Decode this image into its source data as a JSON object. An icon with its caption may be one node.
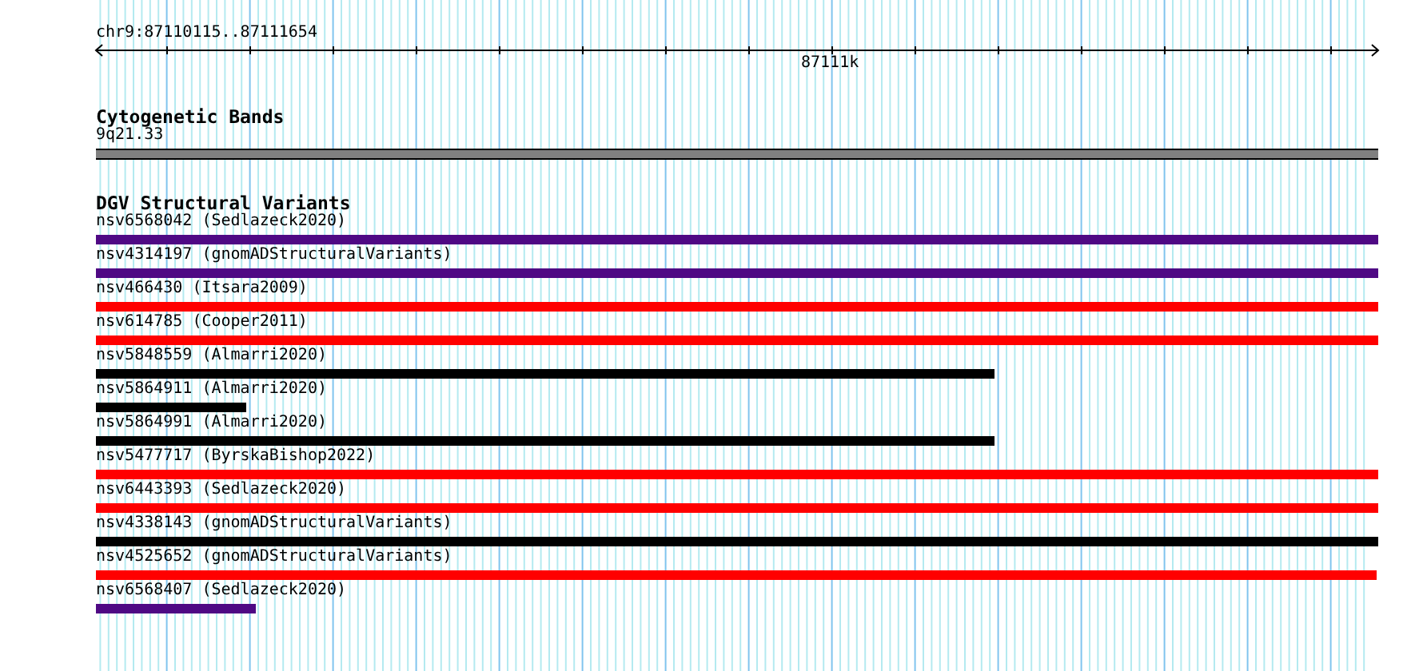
{
  "diagram": {
    "nodes": [
      {
        "text": [
          "9q21.33"
        ]
      },
      {
        "text": [
          "nsv6568042 (Sedlazeck2020)"
        ]
      },
      {
        "text": [
          "nsv4314197 (gnomADStructuralVariants)"
        ]
      },
      {
        "text": [
          "nsv466430 (Itsara2009)"
        ]
      },
      {
        "text": [
          "nsv614785 (Cooper2011)"
        ]
      },
      {
        "text": [
          "nsv5848559 (Almarri2020)"
        ]
      },
      {
        "text": [
          "nsv5864911 (Almarri2020)"
        ]
      },
      {
        "text": [
          "nsv5864991 (Almarri2020)"
        ]
      },
      {
        "text": [
          "nsv5477717 (ByrskaBishop2022)"
        ]
      },
      {
        "text": [
          "nsv6443393 (Sedlazeck2020)"
        ]
      },
      {
        "text": [
          "nsv4338143 (gnomADStructuralVariants)"
        ]
      },
      {
        "text": [
          "nsv4525652 (gnomADStructuralVariants)"
        ]
      },
      {
        "text": [
          "nsv6568407 (Sedlazeck2020)"
        ]
      }
    ],
    "labels": [
      "chr9:87110115..87111654",
      "87111k",
      "Cytogenetic Bands",
      "DGV Structural Variants"
    ]
  }
}
